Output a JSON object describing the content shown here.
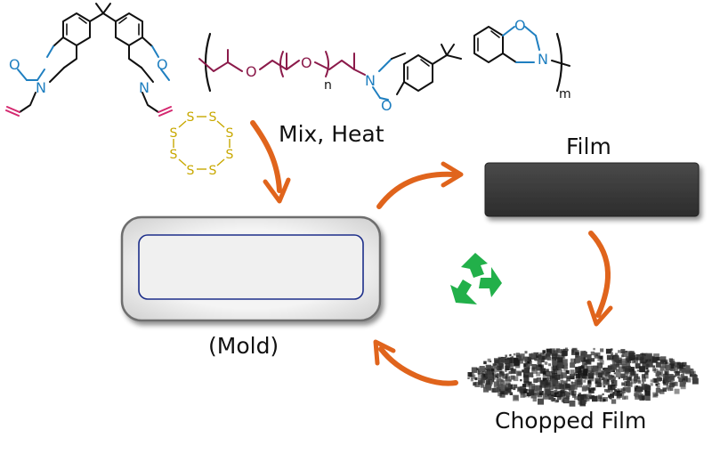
{
  "labels": {
    "mix_heat": "Mix, Heat",
    "film": "Film",
    "mold": "(Mold)",
    "chopped_film": "Chopped Film"
  },
  "structures": {
    "monomer": {
      "atoms": [
        "N",
        "O",
        "N",
        "O"
      ]
    },
    "sulfur": {
      "atoms": [
        "S",
        "S",
        "S",
        "S",
        "S",
        "S",
        "S",
        "S"
      ]
    },
    "polymer": {
      "atoms": [
        "O",
        "O",
        "N",
        "O",
        "O",
        "N"
      ],
      "subscripts": [
        "n",
        "m"
      ]
    }
  },
  "colors": {
    "arrow": "#e0641c",
    "recycle": "#22b04a",
    "bond_black": "#111111",
    "oxazine_blue": "#1f7fc0",
    "allyl_pink": "#d4286f",
    "polyether": "#8b1a4a",
    "sulfur": "#c8a800",
    "film": "#3c3c3c"
  },
  "icons": [
    "recycle-icon"
  ]
}
